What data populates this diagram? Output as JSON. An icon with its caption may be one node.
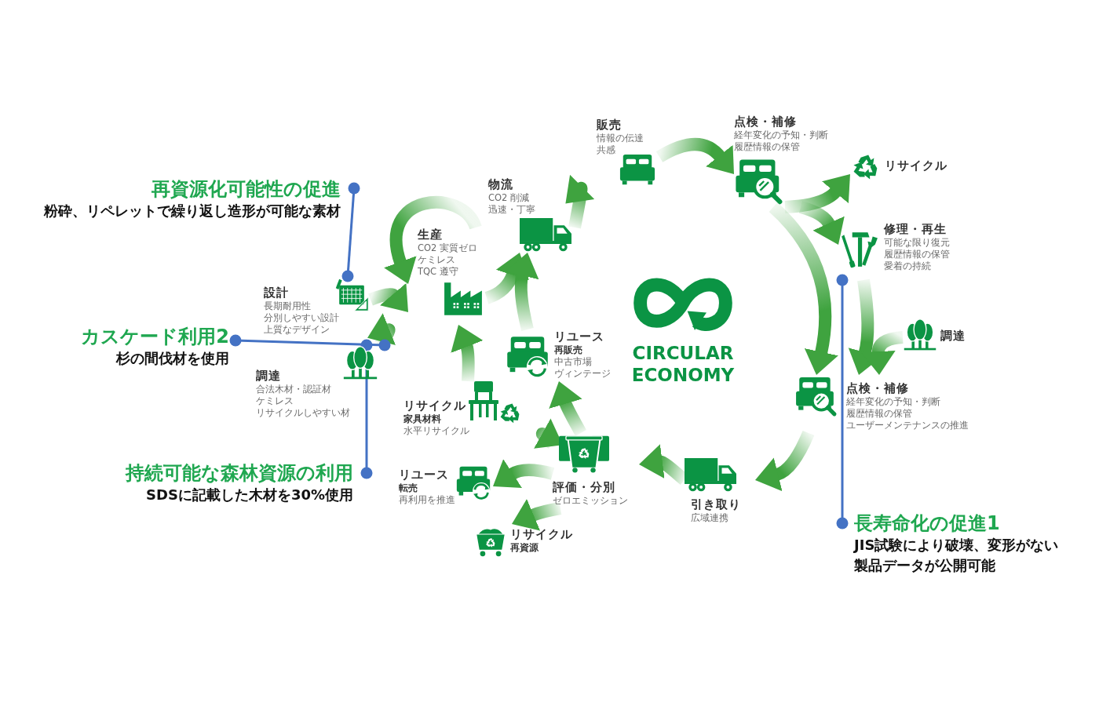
{
  "diagram": {
    "nodes": [
      {
        "text": [
          "設計",
          "長期耐用性分別しやすい設計上質なデザイン"
        ]
      },
      {
        "text": [
          "調達",
          "合法木材・認証材ケミレスリサイクルしやすい材"
        ]
      },
      {
        "text": [
          "生産",
          "CO2 実質ゼロケミレスTQC 遵守"
        ]
      },
      {
        "text": [
          "物流",
          "CO2 削減迅速・丁寧"
        ]
      },
      {
        "text": [
          "販売",
          "情報の伝達共感"
        ]
      },
      {
        "text": [
          "点検・補修",
          "経年変化の予知・判断履歴情報の保管"
        ]
      },
      {
        "text": [
          "リサイクル"
        ]
      },
      {
        "text": [
          "修理・再生",
          "可能な限り復元履歴情報の保管愛着の持続"
        ]
      },
      {
        "text": [
          "調達"
        ]
      },
      {
        "text": [
          "点検・補修",
          "経年変化の予知・判断履歴情報の保管ユーザーメンテナンスの推進"
        ]
      },
      {
        "text": [
          "引き取り",
          "広域連携"
        ]
      },
      {
        "text": [
          "評価・分別",
          "ゼロエミッション"
        ]
      },
      {
        "text": [
          "リユース",
          "転売",
          "再利用を推進"
        ]
      },
      {
        "text": [
          "リサイクル",
          "再資源"
        ]
      },
      {
        "text": [
          "リサイクル",
          "家具材料",
          "水平リサイクル"
        ]
      },
      {
        "text": [
          "リユース",
          "再販売",
          "中古市場ヴィンテージ"
        ]
      },
      {
        "text": [
          "再資源化可能性の促進",
          "粉砕、リペレットで繰り返し造形が可能な素材"
        ]
      },
      {
        "text": [
          "カスケード利用2",
          "杉の間伐材を使用"
        ]
      },
      {
        "text": [
          "持続可能な森林資源の利用",
          "SDSに記載した木材を30%使用"
        ]
      },
      {
        "text": [
          "長寿命化の促進1",
          "JIS試験により破壊、変形がない製品データが公開可能"
        ]
      },
      {
        "text": [
          "CIRCULAR ECONOMY"
        ]
      }
    ],
    "edges": [
      {
        "from": 0,
        "to": 2,
        "arrow": "to"
      },
      {
        "from": 1,
        "to": 2,
        "arrow": "to"
      },
      {
        "from": 2,
        "to": 2,
        "arrow": "to"
      },
      {
        "from": 2,
        "to": 3,
        "arrow": "to"
      },
      {
        "from": 3,
        "to": 4,
        "arrow": "to"
      },
      {
        "from": 4,
        "to": 5,
        "arrow": "to"
      },
      {
        "from": 5,
        "to": 6,
        "arrow": "to"
      },
      {
        "from": 5,
        "to": 7,
        "arrow": "to"
      },
      {
        "from": 5,
        "to": 9,
        "arrow": "to"
      },
      {
        "from": 7,
        "to": 9,
        "arrow": "to"
      },
      {
        "from": 8,
        "to": 9,
        "arrow": "to"
      },
      {
        "from": 9,
        "to": 10,
        "arrow": "to"
      },
      {
        "from": 10,
        "to": 11,
        "arrow": "to"
      },
      {
        "from": 11,
        "to": 15,
        "arrow": "to"
      },
      {
        "from": 11,
        "to": 14,
        "arrow": "to"
      },
      {
        "from": 11,
        "to": 12,
        "arrow": "to"
      },
      {
        "from": 11,
        "to": 13,
        "arrow": "to"
      },
      {
        "from": 14,
        "to": 2,
        "arrow": "to"
      },
      {
        "from": 15,
        "to": 3,
        "arrow": "to"
      },
      {
        "from": 16,
        "to": 0,
        "arrow": "other",
        "color": "#4472c4"
      },
      {
        "from": 17,
        "to": 1,
        "arrow": "other",
        "color": "#4472c4"
      },
      {
        "from": 18,
        "to": 1,
        "arrow": "other",
        "color": "#4472c4"
      },
      {
        "from": 19,
        "to": 7,
        "arrow": "other",
        "color": "#4472c4"
      }
    ]
  }
}
